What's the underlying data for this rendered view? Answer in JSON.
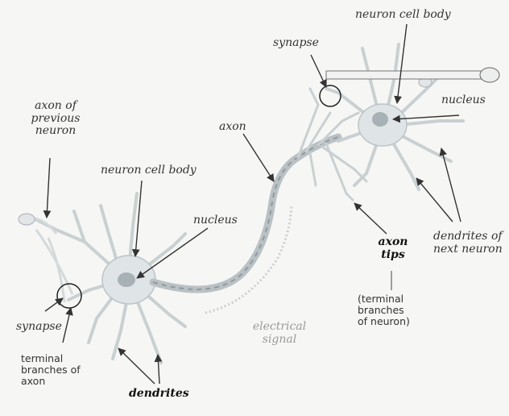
{
  "labels": {
    "neuron_cell_body_right": "neuron cell body",
    "synapse_top": "synapse",
    "nucleus_right": "nucleus",
    "axon_of_previous_neuron": [
      "axon of",
      "previous",
      "neuron"
    ],
    "axon": "axon",
    "neuron_cell_body_left": "neuron cell body",
    "nucleus_left": "nucleus",
    "axon_tips": [
      "axon",
      "tips"
    ],
    "terminal_branches_of_neuron": [
      "(terminal",
      "branches",
      "of neuron)"
    ],
    "dendrites_of_next_neuron": [
      "dendrites of",
      "next neuron"
    ],
    "synapse_left": "synapse",
    "terminal_branches_of_axon": [
      "terminal",
      "branches of",
      "axon"
    ],
    "electrical_signal": [
      "electrical",
      "signal"
    ],
    "dendrites": "dendrites"
  }
}
